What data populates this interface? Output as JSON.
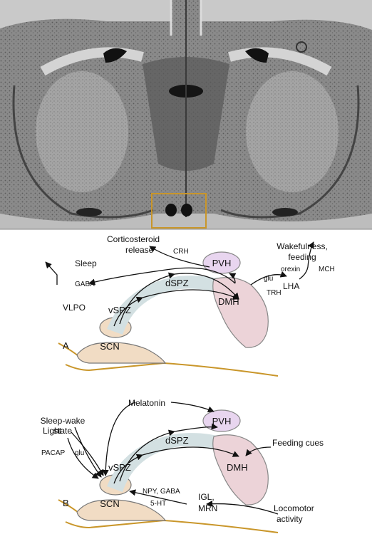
{
  "panel_a": {
    "letter": "A",
    "labels": {
      "corticosteroid_1": "Corticosteroid",
      "corticosteroid_2": "release",
      "crh": "CRH",
      "pvh": "PVH",
      "sleep": "Sleep",
      "gaba": "GABA",
      "vlpo": "VLPO",
      "dspz": "dSPZ",
      "vspz": "vSPZ",
      "dmh": "DMH",
      "scn": "SCN",
      "glu": "glu",
      "trh": "TRH",
      "lha": "LHA",
      "orexin": "orexin",
      "mch": "MCH",
      "wakefulness_1": "Wakefulness,",
      "wakefulness_2": "feeding"
    }
  },
  "panel_b": {
    "letter": "B",
    "labels": {
      "melatonin": "Melatonin",
      "pvh": "PVH",
      "sleep_wake_1": "Sleep-wake",
      "sleep_wake_2": "state",
      "light": "Light",
      "pacap": "PACAP",
      "glu": "glu",
      "dspz": "dSPZ",
      "vspz": "vSPZ",
      "dmh": "DMH",
      "feeding_cues": "Feeding cues",
      "npy_gaba": "NPY, GABA",
      "ht5": "5-HT",
      "scn": "SCN",
      "igl_1": "IGL,",
      "igl_2": "MRN",
      "locomotor_1": "Locomotor",
      "locomotor_2": "activity"
    }
  },
  "colors": {
    "brain_bg": "#c9c9c9",
    "tissue_dark": "#6e6e6e",
    "highlight_box": "#c9962a",
    "outline_gold": "#c9962a",
    "scn_fill": "#f1dcc4",
    "spz_fill": "#d3e0e2",
    "dmh_fill": "#ecd3d8",
    "pvh_fill": "#e8d5ef"
  }
}
